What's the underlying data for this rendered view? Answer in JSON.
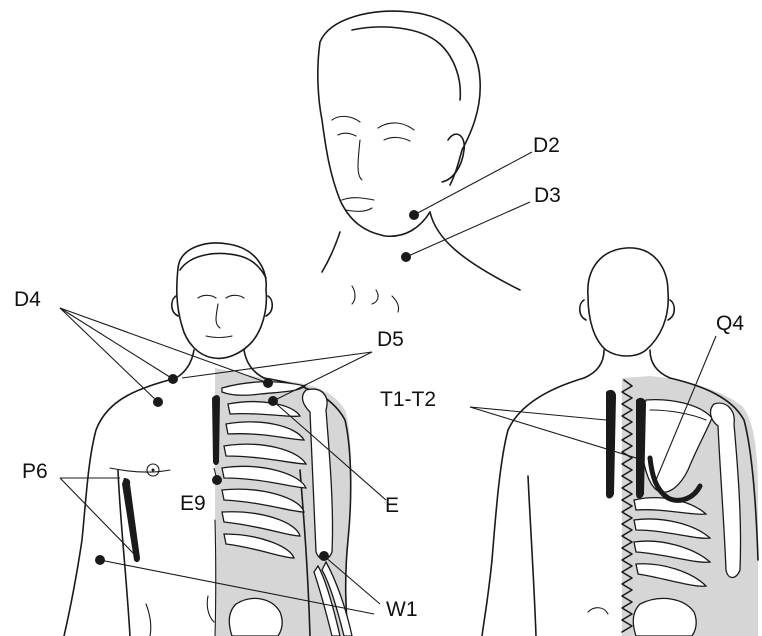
{
  "labels": {
    "d2": "D2",
    "d3": "D3",
    "d4": "D4",
    "d5": "D5",
    "q4": "Q4",
    "t1t2": "T1-T2",
    "p6": "P6",
    "e9": "E9",
    "e": "E",
    "w1": "W1"
  },
  "colors": {
    "ink": "#1a1a1a",
    "shading": "#d6d6d6",
    "background": "#ffffff"
  }
}
